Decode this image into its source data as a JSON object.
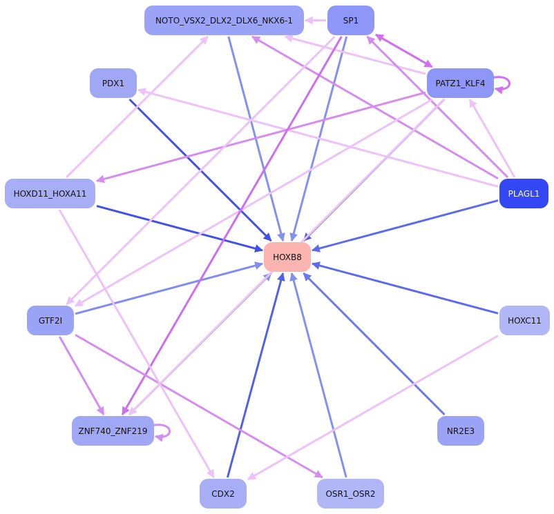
{
  "nodes": [
    {
      "id": "noto",
      "label": "NOTO_VSX2_DLX2_DLX6_NKX6-1",
      "fill": "#9aa3f6",
      "text": "#111111"
    },
    {
      "id": "sp1",
      "label": "SP1",
      "fill": "#8e97f7",
      "text": "#111111"
    },
    {
      "id": "pdx1",
      "label": "PDX1",
      "fill": "#a0a8f6",
      "text": "#111111"
    },
    {
      "id": "patz1",
      "label": "PATZ1_KLF4",
      "fill": "#8e97f7",
      "text": "#111111"
    },
    {
      "id": "hoxd11",
      "label": "HOXD11_HOXA11",
      "fill": "#a7aef6",
      "text": "#111111"
    },
    {
      "id": "plagl1",
      "label": "PLAGL1",
      "fill": "#3347f4",
      "text": "#ffffff"
    },
    {
      "id": "hoxb8",
      "label": "HOXB8",
      "fill": "#fcb4b0",
      "text": "#111111"
    },
    {
      "id": "gtf2i",
      "label": "GTF2I",
      "fill": "#9aa3f6",
      "text": "#111111"
    },
    {
      "id": "hoxc11",
      "label": "HOXC11",
      "fill": "#b0b6f6",
      "text": "#111111"
    },
    {
      "id": "znf740",
      "label": "ZNF740_ZNF219",
      "fill": "#a0a8f6",
      "text": "#111111"
    },
    {
      "id": "nr2e3",
      "label": "NR2E3",
      "fill": "#9aa3f6",
      "text": "#111111"
    },
    {
      "id": "cdx2",
      "label": "CDX2",
      "fill": "#a7aef6",
      "text": "#111111"
    },
    {
      "id": "osr1",
      "label": "OSR1_OSR2",
      "fill": "#b0b6f6",
      "text": "#111111"
    }
  ],
  "edges": [
    {
      "from": "noto",
      "to": "hoxb8",
      "color": "#8290f2"
    },
    {
      "from": "sp1",
      "to": "hoxb8",
      "color": "#8290f2"
    },
    {
      "from": "pdx1",
      "to": "hoxb8",
      "color": "#3f51e6"
    },
    {
      "from": "patz1",
      "to": "hoxb8",
      "color": "#4f5fe8"
    },
    {
      "from": "hoxd11",
      "to": "hoxb8",
      "color": "#3f51e6"
    },
    {
      "from": "plagl1",
      "to": "hoxb8",
      "color": "#5c6bea"
    },
    {
      "from": "gtf2i",
      "to": "hoxb8",
      "color": "#7f8cf0"
    },
    {
      "from": "hoxc11",
      "to": "hoxb8",
      "color": "#5c6bea"
    },
    {
      "from": "znf740",
      "to": "hoxb8",
      "color": "#8290f2"
    },
    {
      "from": "nr2e3",
      "to": "hoxb8",
      "color": "#6a79ec"
    },
    {
      "from": "cdx2",
      "to": "hoxb8",
      "color": "#5060ea"
    },
    {
      "from": "osr1",
      "to": "hoxb8",
      "color": "#8290f2"
    },
    {
      "from": "sp1",
      "to": "noto",
      "color": "#ecc2f8"
    },
    {
      "from": "patz1",
      "to": "noto",
      "color": "#ecc2f8"
    },
    {
      "from": "plagl1",
      "to": "noto",
      "color": "#d58cf0"
    },
    {
      "from": "hoxd11",
      "to": "noto",
      "color": "#ecc2f8"
    },
    {
      "from": "sp1",
      "to": "patz1",
      "color": "#d071f0"
    },
    {
      "from": "patz1",
      "to": "sp1",
      "color": "#d071f0"
    },
    {
      "from": "plagl1",
      "to": "sp1",
      "color": "#d58cf0"
    },
    {
      "from": "plagl1",
      "to": "pdx1",
      "color": "#ecc2f8"
    },
    {
      "from": "plagl1",
      "to": "patz1",
      "color": "#ecc2f8"
    },
    {
      "from": "patz1",
      "to": "hoxd11",
      "color": "#d58cf0"
    },
    {
      "from": "patz1",
      "to": "gtf2i",
      "color": "#ecc2f8"
    },
    {
      "from": "sp1",
      "to": "gtf2i",
      "color": "#ecc2f8"
    },
    {
      "from": "sp1",
      "to": "znf740",
      "color": "#cc6ef0"
    },
    {
      "from": "patz1",
      "to": "znf740",
      "color": "#ecc2f8"
    },
    {
      "from": "gtf2i",
      "to": "znf740",
      "color": "#d58cf0"
    },
    {
      "from": "gtf2i",
      "to": "osr1",
      "color": "#d58cf0"
    },
    {
      "from": "hoxd11",
      "to": "cdx2",
      "color": "#ecc2f8"
    },
    {
      "from": "hoxc11",
      "to": "cdx2",
      "color": "#ecc2f8"
    }
  ],
  "self_loops": [
    {
      "node": "patz1",
      "color": "#d071f0"
    },
    {
      "node": "znf740",
      "color": "#d58cf0"
    }
  ]
}
